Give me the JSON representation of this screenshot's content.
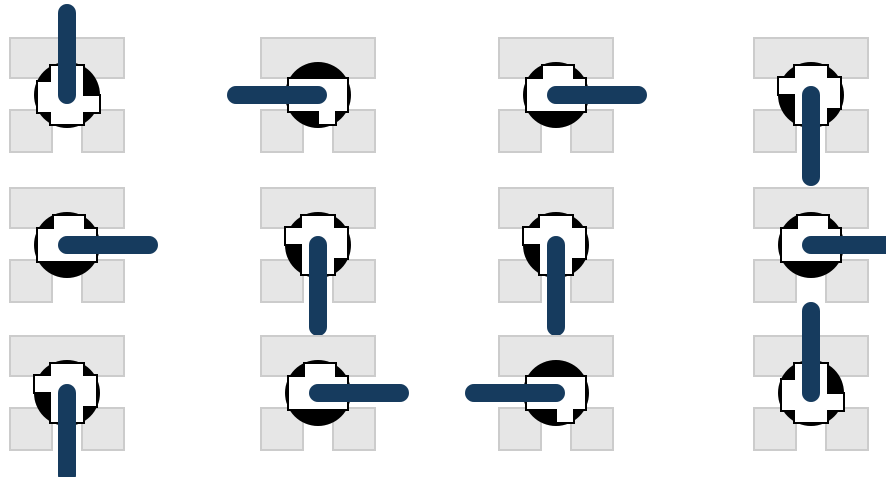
{
  "colors": {
    "background": "#ffffff",
    "tile_fill": "#e6e6e6",
    "tile_stroke": "#cccccc",
    "disc_fill": "#000000",
    "patch_fill": "#ffffff",
    "patch_stroke": "#000000",
    "handle": "#163b5e"
  },
  "grid": {
    "rows": 3,
    "columns": 4
  },
  "symbols": [
    {
      "name": "symbol-r1c1",
      "handle": "up"
    },
    {
      "name": "symbol-r1c2",
      "handle": "left"
    },
    {
      "name": "symbol-r1c3",
      "handle": "right"
    },
    {
      "name": "symbol-r1c4",
      "handle": "down"
    },
    {
      "name": "symbol-r2c1",
      "handle": "right"
    },
    {
      "name": "symbol-r2c2",
      "handle": "down"
    },
    {
      "name": "symbol-r2c3",
      "handle": "down"
    },
    {
      "name": "symbol-r2c4",
      "handle": "right"
    },
    {
      "name": "symbol-r3c1",
      "handle": "down"
    },
    {
      "name": "symbol-r3c2",
      "handle": "right"
    },
    {
      "name": "symbol-r3c3",
      "handle": "left"
    },
    {
      "name": "symbol-r3c4",
      "handle": "up"
    }
  ]
}
